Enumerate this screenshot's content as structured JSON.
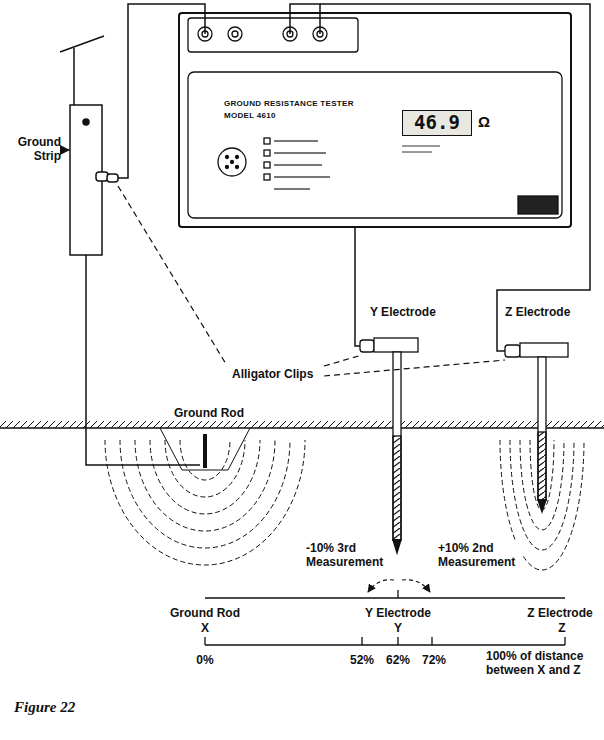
{
  "diagram": {
    "caption": "Figure 22",
    "nodes": [
      {
        "text": [
          "GROUND RESISTANCE TESTER",
          "MODEL 4610"
        ]
      },
      {
        "text": [
          "46.9",
          "Ω"
        ],
        "in": 0
      }
    ],
    "labels": [
      "Ground Strip",
      "Y Electrode",
      "Z Electrode",
      "Alligator Clips",
      "Ground Rod",
      "-10% 3rd Measurement",
      "+10% 2nd Measurement",
      "Ground Rod",
      "X",
      "Y Electrode",
      "Y",
      "Z Electrode",
      "Z",
      "0%",
      "52%",
      "62%",
      "72%",
      "100% of distance between X and Z"
    ]
  }
}
